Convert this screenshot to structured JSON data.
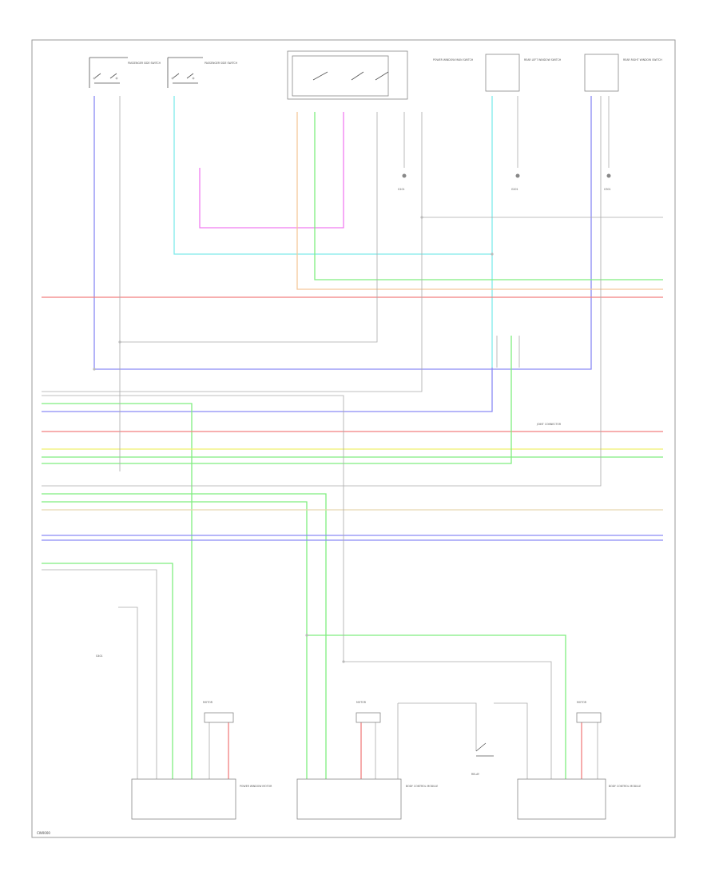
{
  "diagram": {
    "footer_code": "CW0000",
    "wire_colors": {
      "blue": "#8a8af5",
      "red": "#f27f7f",
      "green": "#7fee7f",
      "yellow": "#f0f06e",
      "cyan": "#7febeb",
      "magenta": "#f07cf0",
      "orange": "#f5c89a",
      "tan": "#e6d6b0",
      "gray": "#c8c8c8"
    },
    "labels": {
      "sw_left": "PASSENGER SIDE SWITCH",
      "sw_mid": "PASSENGER SIDE SWITCH",
      "sw_main": "POWER WINDOW MAIN SWITCH",
      "sw_right1": "REAR LEFT WINDOW SWITCH",
      "sw_right2": "REAR RIGHT WINDOW SWITCH",
      "ground_1": "G101",
      "ground_2": "G201",
      "ground_3": "G301",
      "ground_4": "G401",
      "junction": "JOINT CONNECTOR",
      "module_left": "POWER WINDOW MOTOR",
      "module_mid": "BODY CONTROL MODULE",
      "module_right": "BODY CONTROL MODULE",
      "relay": "RELAY",
      "motor_a": "MOTOR",
      "motor_b": "MOTOR",
      "motor_c": "MOTOR"
    }
  }
}
